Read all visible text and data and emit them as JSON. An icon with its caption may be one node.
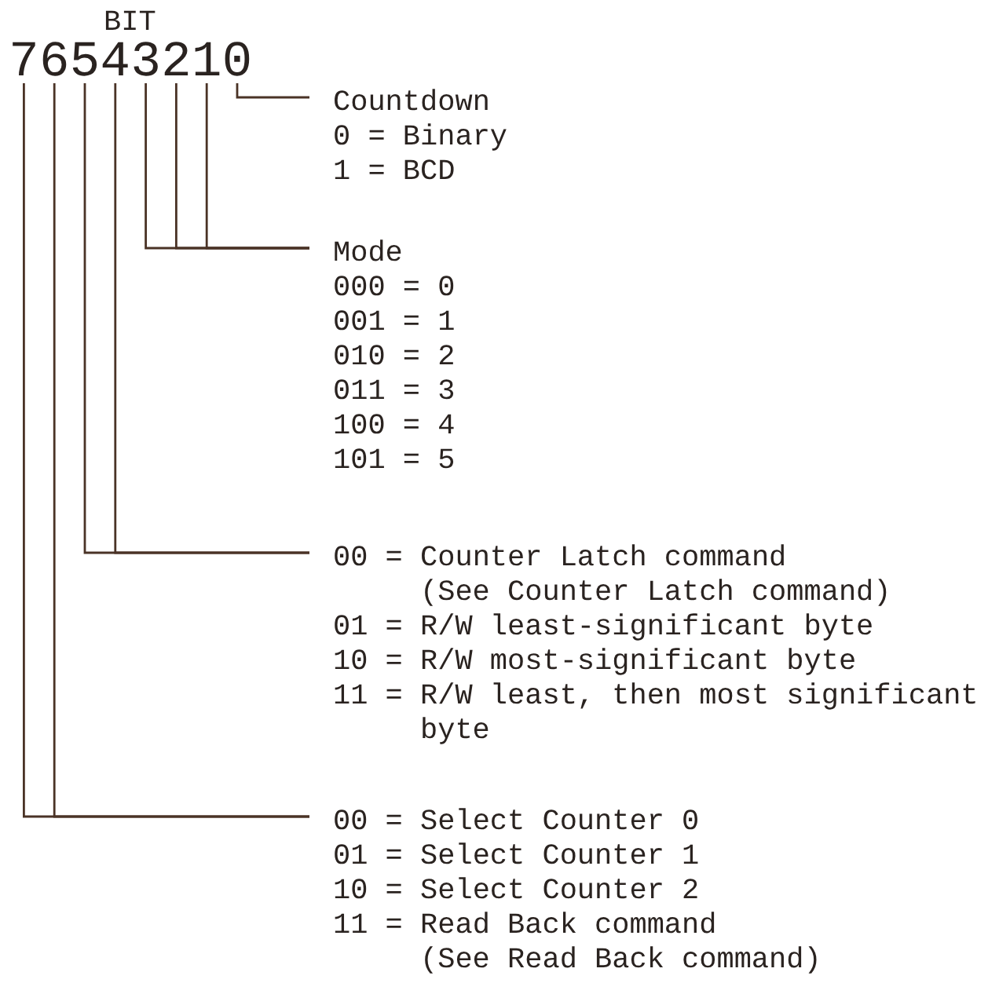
{
  "diagram": {
    "nodes": [
      {
        "text": [
          "7"
        ]
      },
      {
        "text": [
          "6"
        ]
      },
      {
        "text": [
          "5"
        ]
      },
      {
        "text": [
          "4"
        ]
      },
      {
        "text": [
          "3"
        ]
      },
      {
        "text": [
          "2"
        ]
      },
      {
        "text": [
          "1"
        ]
      },
      {
        "text": [
          "0"
        ]
      },
      {
        "text": [
          "Countdown",
          "0 = Binary",
          "1 = BCD"
        ]
      },
      {
        "text": [
          "Mode",
          "000 = 0",
          "001 = 1",
          "010 = 2",
          "011 = 3",
          "100 = 4",
          "101 = 5"
        ]
      },
      {
        "text": [
          "00 = Counter Latch command",
          "(See Counter Latch command)",
          "01 = R/W least-significant byte",
          "10 = R/W most-significant byte",
          "11 = R/W least, then most significant byte"
        ]
      },
      {
        "text": [
          "00 = Select Counter 0",
          "01 = Select Counter 1",
          "10 = Select Counter 2",
          "11 = Read Back command",
          "(See Read Back command)"
        ]
      }
    ],
    "edges": [
      {
        "from": 7,
        "to": 8,
        "arrow": "none"
      },
      {
        "from": 6,
        "to": 9,
        "arrow": "none"
      },
      {
        "from": 5,
        "to": 9,
        "arrow": "none"
      },
      {
        "from": 4,
        "to": 9,
        "arrow": "none"
      },
      {
        "from": 3,
        "to": 10,
        "arrow": "none"
      },
      {
        "from": 2,
        "to": 10,
        "arrow": "none"
      },
      {
        "from": 1,
        "to": 11,
        "arrow": "none"
      },
      {
        "from": 0,
        "to": 11,
        "arrow": "none"
      }
    ],
    "labels": [
      "BIT"
    ]
  }
}
